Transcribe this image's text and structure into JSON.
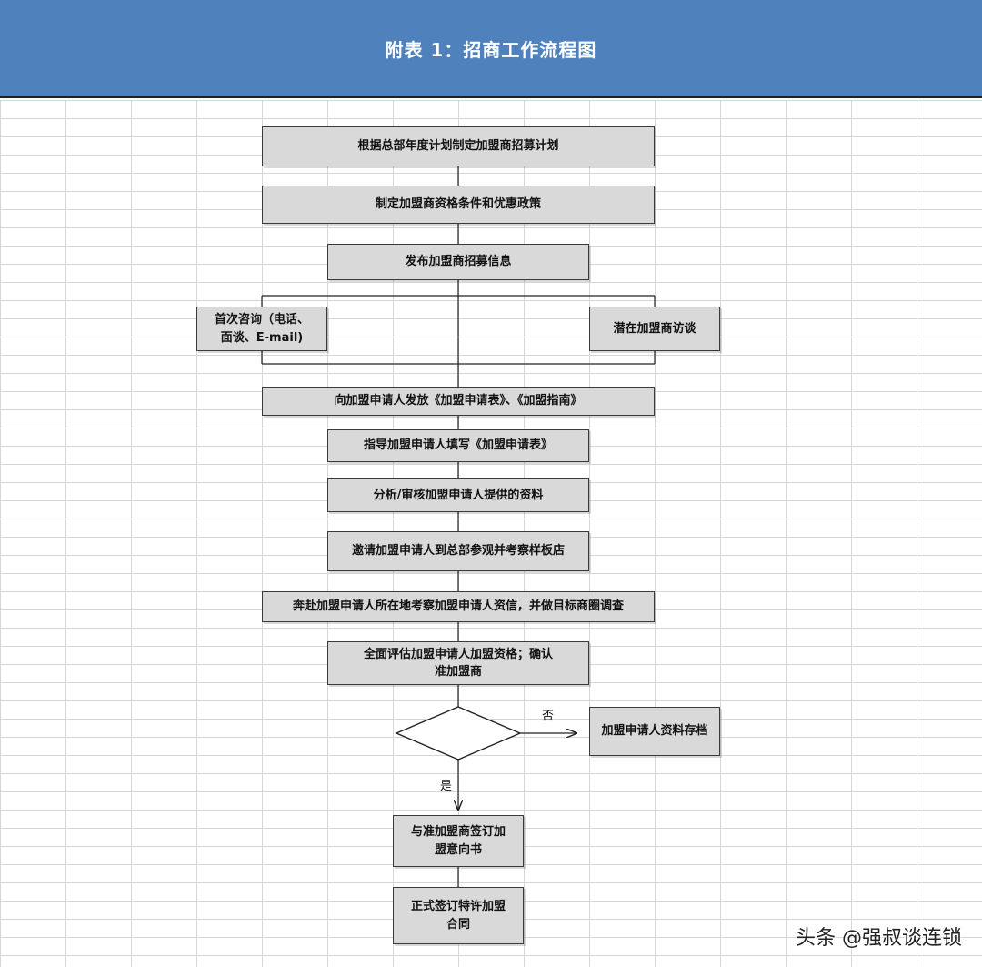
{
  "header": {
    "title": "附表 1：招商工作流程图"
  },
  "steps": {
    "s1": "根据总部年度计划制定加盟商招募计划",
    "s2": "制定加盟商资格条件和优惠政策",
    "s3": "发布加盟商招募信息",
    "s4a": "首次咨询（电话、面谈、E-mail)",
    "s4b": "潜在加盟商访谈",
    "s5": "向加盟申请人发放《加盟申请表》、《加盟指南》",
    "s6": "指导加盟申请人填写《加盟申请表》",
    "s7": "分析/审核加盟申请人提供的资料",
    "s8": "邀请加盟申请人到总部参观并考察样板店",
    "s9": "奔赴加盟申请人所在地考察加盟申请人资信，并做目标商圈调查",
    "s10": "全面评估加盟申请人加盟资格；确认准加盟商",
    "s11_no": "加盟申请人资料存档",
    "s12": "与准加盟商签订加盟意向书",
    "s13": "正式签订特许加盟合同"
  },
  "decision": {
    "yes_label": "是",
    "no_label": "否"
  },
  "watermark": "头条 @强叔谈连锁"
}
